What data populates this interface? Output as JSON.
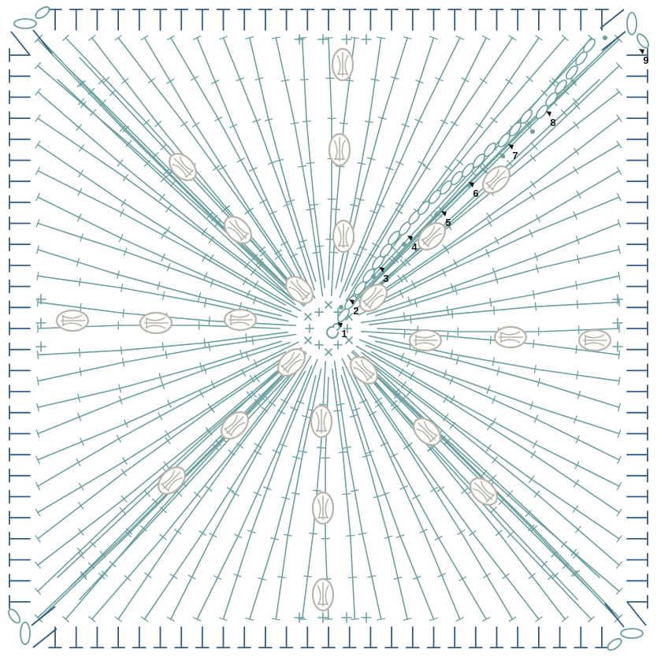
{
  "diagram": {
    "type": "crochet-square-chart",
    "colors": {
      "stitch": "#6aa0a0",
      "border": "#2f5c86",
      "puff": "#b8b4aa",
      "chain_marker": "#6aa0a0",
      "label": "#1a1a1a",
      "background": "#ffffff"
    },
    "round_labels": [
      "1",
      "2",
      "3",
      "4",
      "5",
      "6",
      "7",
      "8",
      "9"
    ],
    "symbols": {
      "magic_ring": "magic-ring-icon",
      "chain": "chain-oval-icon",
      "slip_stitch": "dot-icon",
      "single_crochet": "x-icon",
      "half_double": "t-icon",
      "double": "crossed-t-icon",
      "treble": "double-crossed-t-icon",
      "puff": "puff-stitch-icon"
    },
    "spokes_per_quarter": 22,
    "rounds": 9
  }
}
